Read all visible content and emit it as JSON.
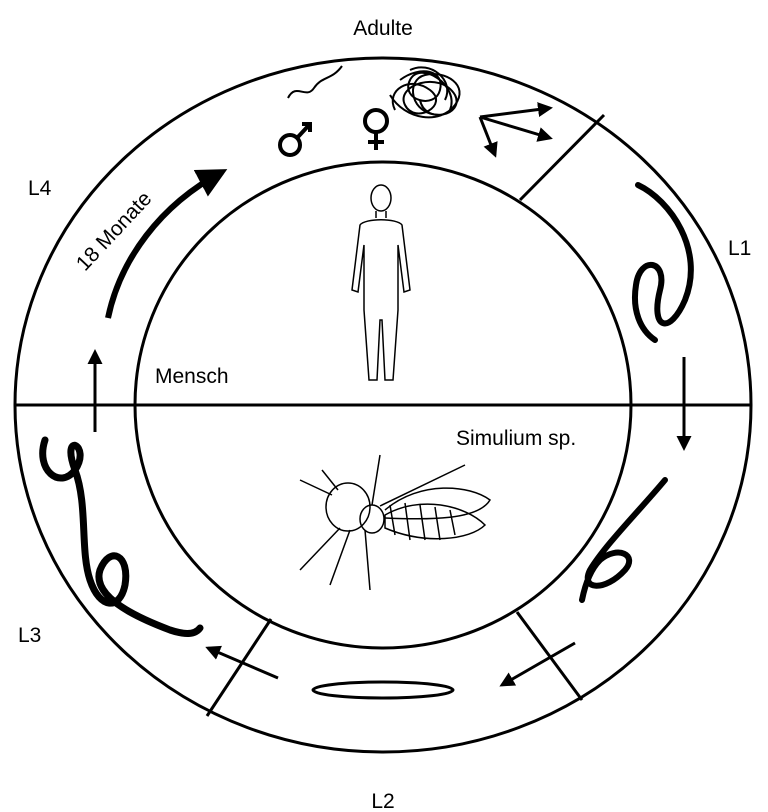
{
  "labels": {
    "adult": "Adulte",
    "l1": "L1",
    "l2": "L2",
    "l3": "L3",
    "l4": "L4",
    "duration": "18 Monate",
    "host_human": "Mensch",
    "host_vector": "Simulium sp."
  },
  "symbols": {
    "male": "male-symbol",
    "female": "female-symbol"
  }
}
